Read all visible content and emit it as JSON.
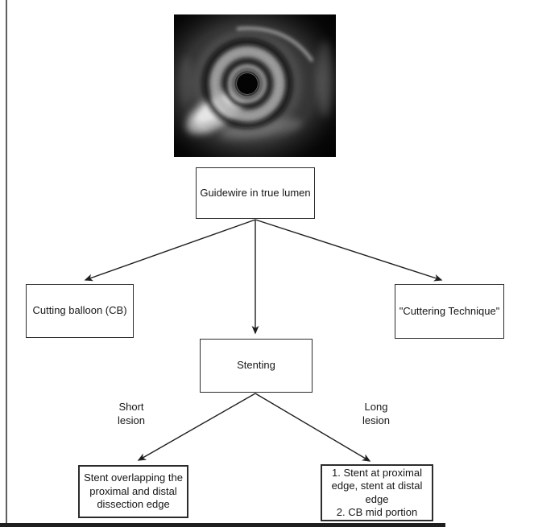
{
  "colors": {
    "line": "#1f1f1f",
    "border": "#2c2c2c",
    "text": "#161616",
    "bar": "#1f1f1f",
    "background": "#ffffff"
  },
  "image": {
    "name": "ivus-ultrasound-cross-section"
  },
  "nodes": {
    "root": "Guidewire in true lumen",
    "left": "Cutting balloon (CB)",
    "center": "Stenting",
    "right": "\"Cuttering Technique\"",
    "bottom_left": "Stent overlapping the\nproximal and distal\ndissection edge",
    "bottom_right": "1. Stent at proximal\nedge, stent at distal\nedge\n2. CB mid portion"
  },
  "edge_labels": {
    "short": "Short\nlesion",
    "long": "Long\nlesion"
  }
}
